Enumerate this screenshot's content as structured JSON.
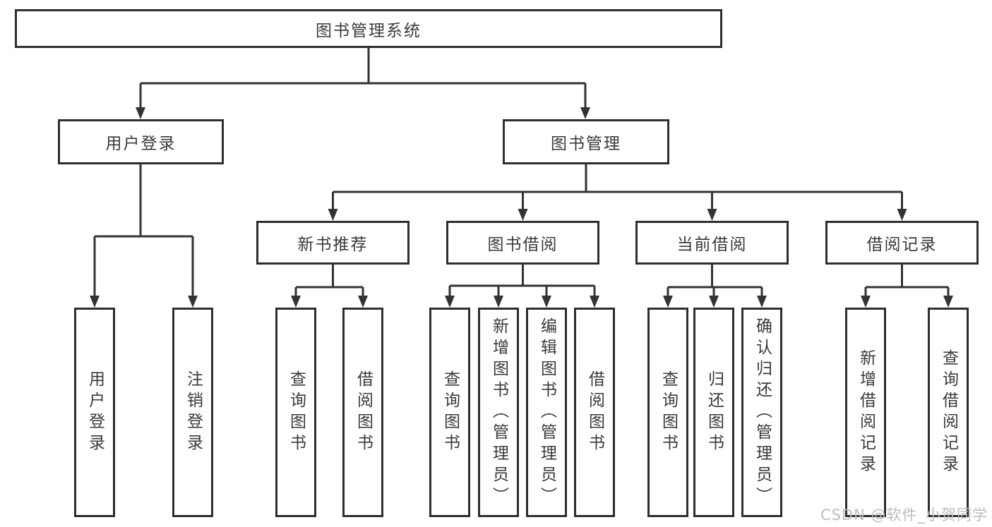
{
  "diagram_title": "图书管理系统",
  "watermark": "CSDN @软件_小贺同学",
  "colors": {
    "line": "#333333",
    "border": "#2e2e2e",
    "text": "#3a3a3a",
    "watermark": "#bdbdbd",
    "background": "#ffffff"
  },
  "nodes": {
    "root": {
      "label": "图书管理系统"
    },
    "level2": [
      {
        "label": "用户登录"
      },
      {
        "label": "图书管理"
      }
    ],
    "level3": [
      {
        "label": "新书推荐",
        "parent": "图书管理"
      },
      {
        "label": "图书借阅",
        "parent": "图书管理"
      },
      {
        "label": "当前借阅",
        "parent": "图书管理"
      },
      {
        "label": "借阅记录",
        "parent": "图书管理"
      }
    ],
    "leaves": [
      {
        "label": "用户登录",
        "parent": "用户登录"
      },
      {
        "label": "注销登录",
        "parent": "用户登录"
      },
      {
        "label": "查询图书",
        "parent": "新书推荐"
      },
      {
        "label": "借阅图书",
        "parent": "新书推荐"
      },
      {
        "label": "查询图书",
        "parent": "图书借阅"
      },
      {
        "label": "新增图书（管理员）",
        "parent": "图书借阅"
      },
      {
        "label": "编辑图书（管理员）",
        "parent": "图书借阅"
      },
      {
        "label": "借阅图书",
        "parent": "图书借阅"
      },
      {
        "label": "查询图书",
        "parent": "当前借阅"
      },
      {
        "label": "归还图书",
        "parent": "当前借阅"
      },
      {
        "label": "确认归还（管理员）",
        "parent": "当前借阅"
      },
      {
        "label": "新增借阅记录",
        "parent": "借阅记录"
      },
      {
        "label": "查询借阅记录",
        "parent": "借阅记录"
      }
    ]
  }
}
